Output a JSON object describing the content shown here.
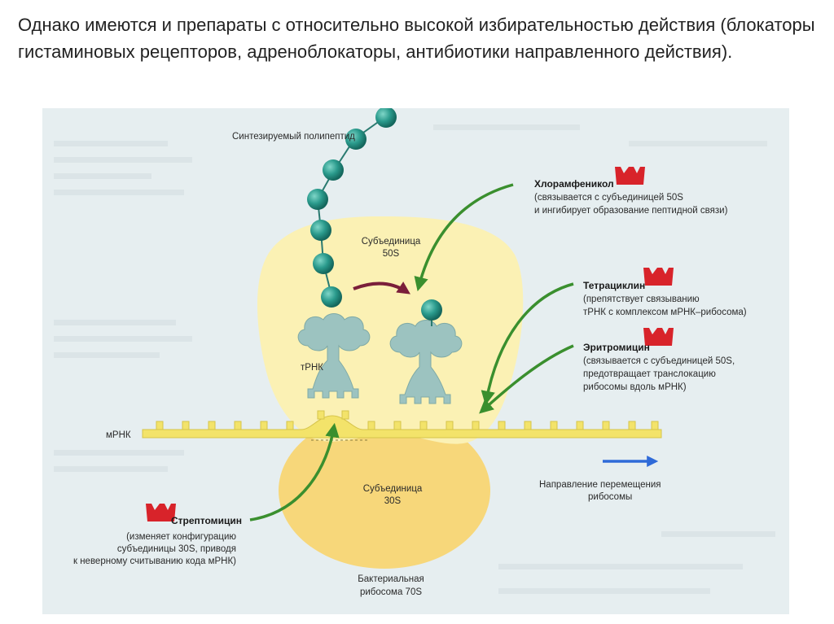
{
  "slide": {
    "title": "Однако имеются и препараты с относительно высокой избирательностью действия (блокаторы гистаминовых рецепторов, адреноблокаторы, антибиотики направленного действия)."
  },
  "diagram": {
    "polypeptide_label": "Синтезируемый полипептид",
    "subunit_50s_line1": "Субъединица",
    "subunit_50s_line2": "50S",
    "subunit_30s_line1": "Субъединица",
    "subunit_30s_line2": "30S",
    "trna_label": "тРНК",
    "mrna_label": "мРНК",
    "ribosome_line1": "Бактериальная",
    "ribosome_line2": "рибосома 70S",
    "direction_line1": "Направление перемещения",
    "direction_line2": "рибосомы",
    "colors": {
      "background": "#e6eef0",
      "subunit_50s": "#fbf1b4",
      "subunit_30s": "#f7d77a",
      "mrna": "#f3e36a",
      "trna": "#9cc3c0",
      "amino_acid": "#2a9a8c",
      "antibiotic_arrow": "#3a8f2e",
      "translocation_arrow": "#7a1f3a",
      "drug_icon": "#d8232a",
      "direction_arrow": "#2f6ad8"
    },
    "drugs": [
      {
        "name": "Хлорамфеникол",
        "line1": "(связывается с субъединицей 50S",
        "line2": "и ингибирует образование пептидной связи)",
        "line3": "",
        "icon": "drug-cup-icon"
      },
      {
        "name": "Тетрациклин",
        "line1": "(препятствует связыванию",
        "line2": "тРНК с комплексом мРНК–рибосома)",
        "line3": "",
        "icon": "drug-cup-icon"
      },
      {
        "name": "Эритромицин",
        "line1": "(связывается с субъединицей 50S,",
        "line2": "предотвращает транслокацию",
        "line3": "рибосомы вдоль мРНК)",
        "icon": "drug-cup-icon"
      },
      {
        "name": "Стрептомицин",
        "line1": "(изменяет конфигурацию",
        "line2": "субъединицы 30S, приводя",
        "line3": "к неверному считыванию кода мРНК)",
        "icon": "drug-cup-icon"
      }
    ]
  }
}
